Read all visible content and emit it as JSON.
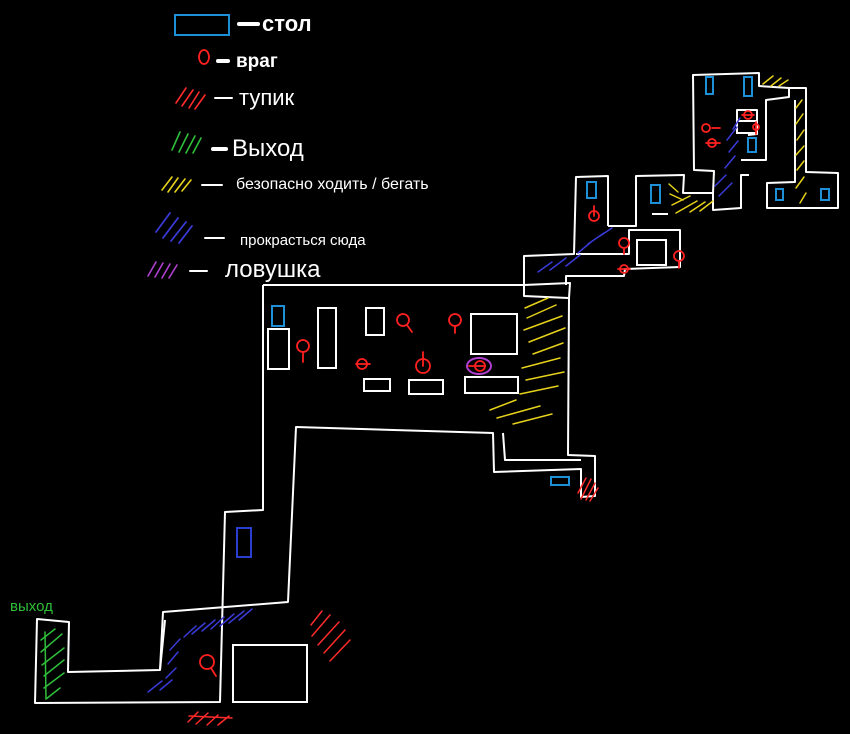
{
  "legend": {
    "table": "стол",
    "enemy": "враг",
    "dead_end": "тупик",
    "exit": "Выход",
    "safe": "безопасно ходить / бегать",
    "sneak": "прокрасться сюда",
    "trap": "ловушка"
  },
  "map": {
    "exit_label": "выход"
  },
  "colors": {
    "background": "#000000",
    "walls": "#ffffff",
    "table": "#1e90d8",
    "table_dark": "#2a3fd0",
    "enemy": "#ff2020",
    "dead_end": "#ff2b2b",
    "exit": "#2fbf3a",
    "safe": "#e6d21a",
    "sneak": "#3a3ad8",
    "trap": "#b040d0"
  }
}
